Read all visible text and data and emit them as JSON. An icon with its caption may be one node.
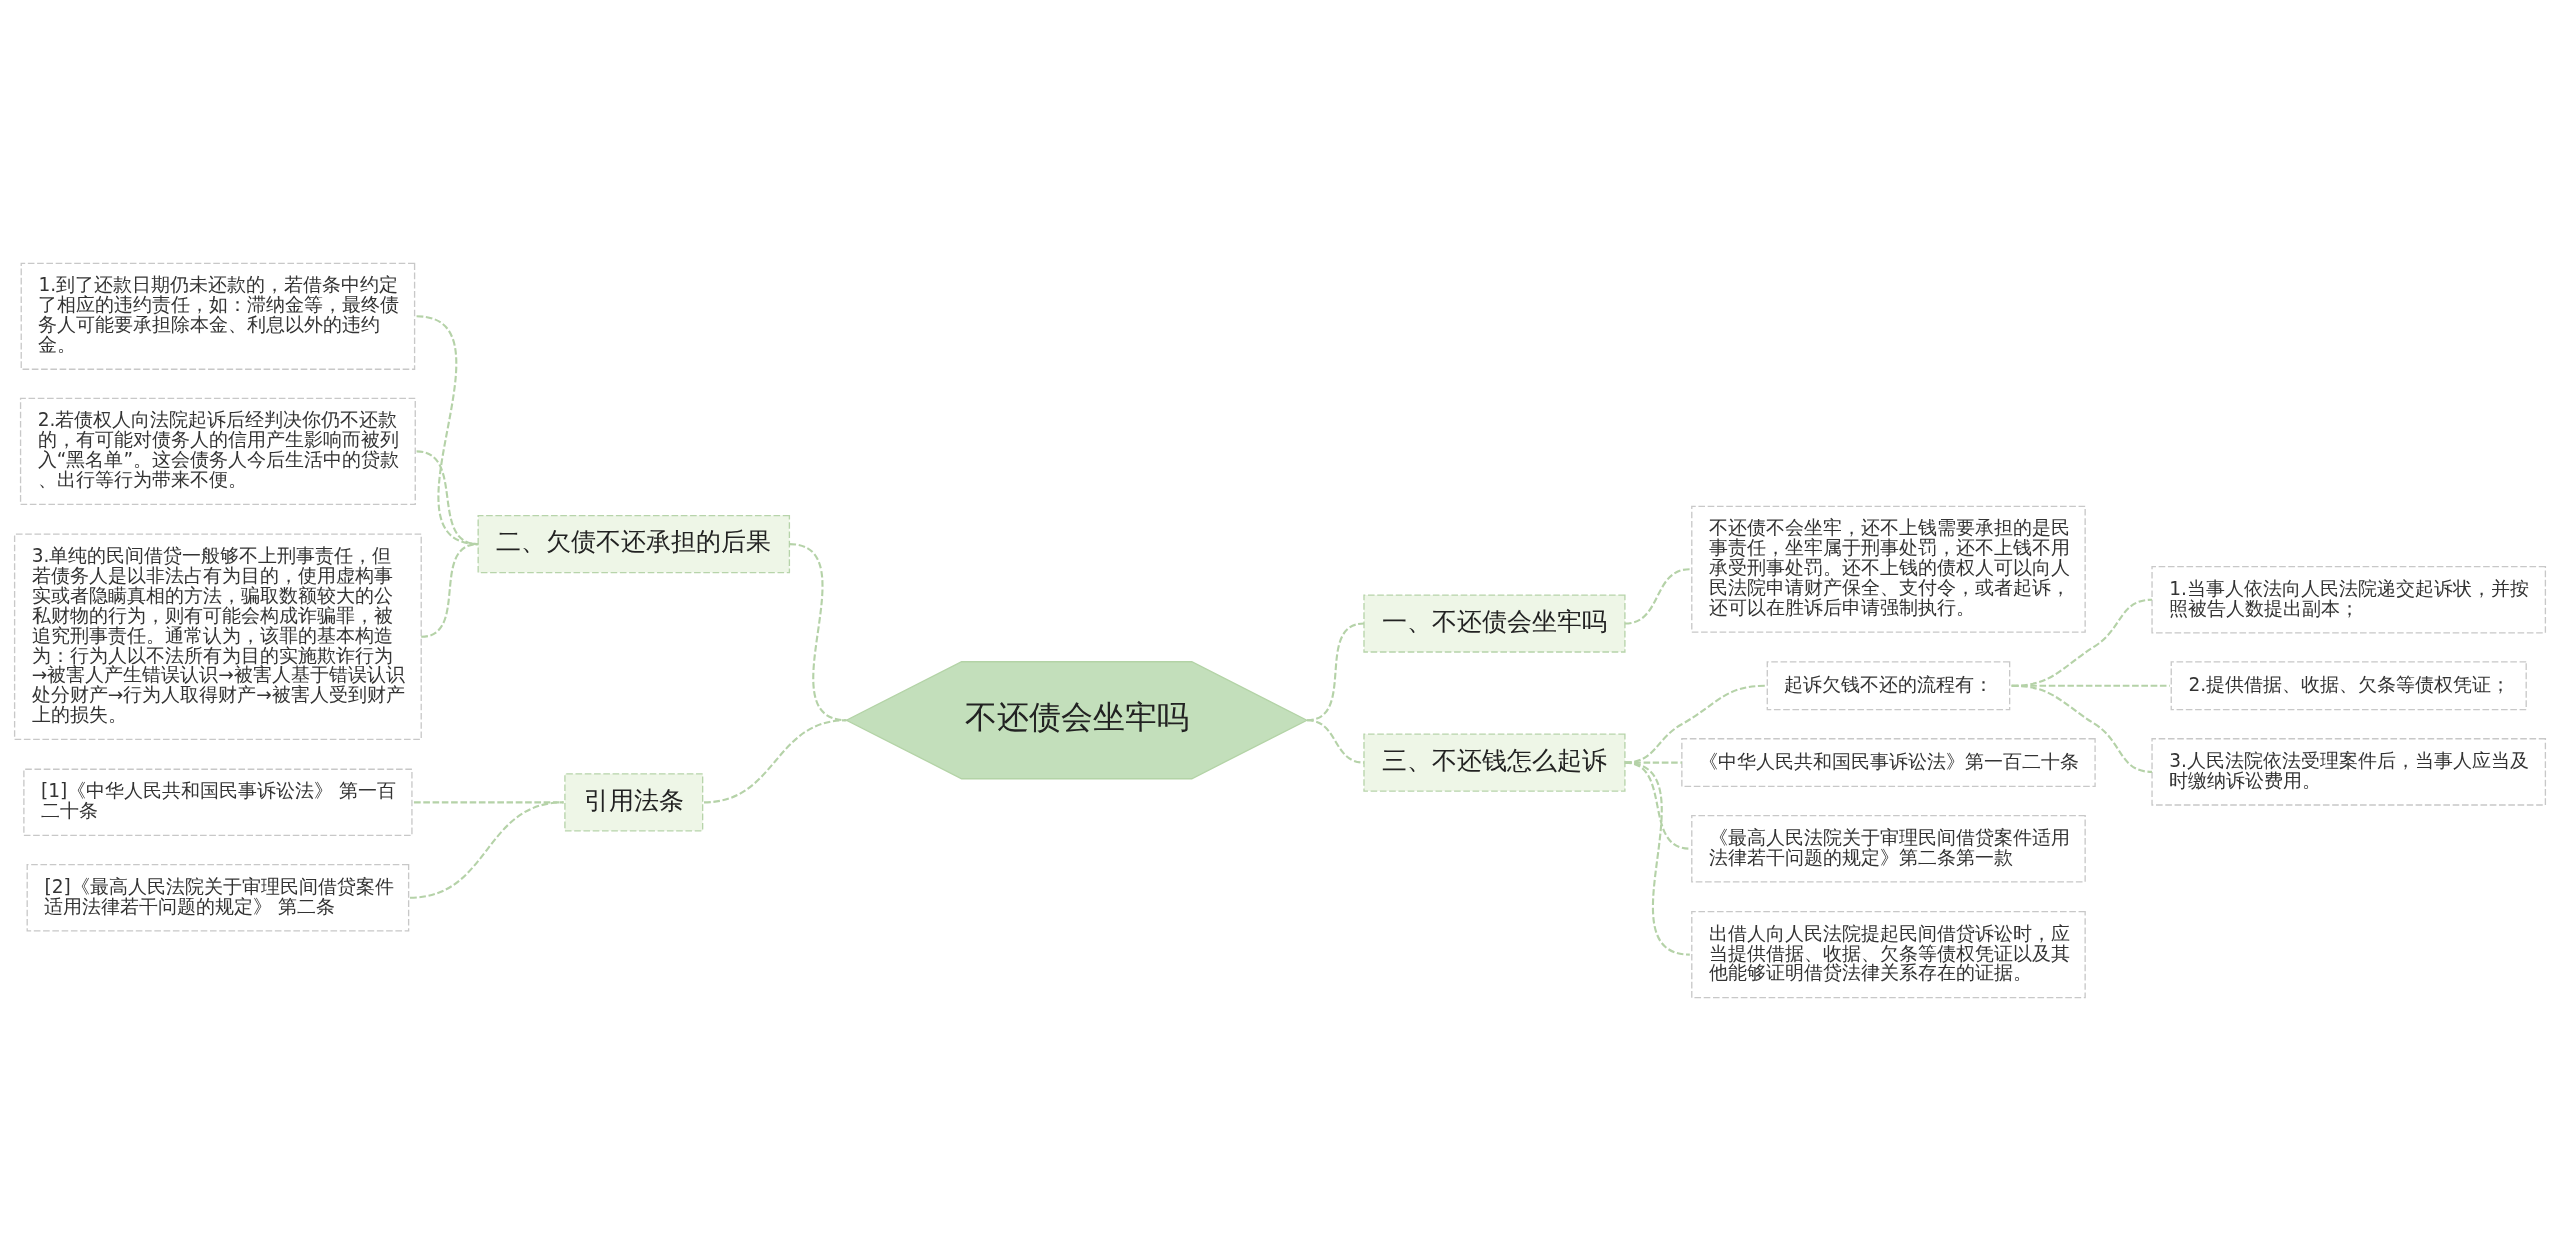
{
  "diagram": {
    "nodes": [
      {
        "text": [
          "不还债会坐牢吗"
        ]
      },
      {
        "text": [
          "一、不还债会坐牢吗"
        ]
      },
      {
        "text": [
          "不还债不会坐牢，还不上钱需要承担的是民事责任，坐牢属于刑事处罚，还不上钱不用承受刑事处罚。还不上钱的债权人可以向人民法院申请财产保全、支付令，或者起诉，还可以在胜诉后申请强制执行。"
        ]
      },
      {
        "text": [
          "二、欠债不还承担的后果"
        ]
      },
      {
        "text": [
          "1.到了还款日期仍未还款的，若借条中约定了相应的违约责任，如：滞纳金等，最终债务人可能要承担除本金、利息以外的违约金。"
        ]
      },
      {
        "text": [
          "2.若债权人向法院起诉后经判决你仍不还款的，有可能对债务人的信用产生影响而被列入“黑名单”。这会债务人今后生活中的贷款、出行等行为带来不便。"
        ]
      },
      {
        "text": [
          "3.单纯的民间借贷一般够不上刑事责任，但若债务人是以非法占有为目的，使用虚构事实或者隐瞒真相的方法，骗取数额较大的公私财物的行为，则有可能会构成诈骗罪，被追究刑事责任。通常认为，该罪的基本构造为：行为人以不法所有为目的实施欺诈行为→被害人产生错误认识→被害人基于错误认识处分财产→行为人取得财产→被害人受到财产上的损失。"
        ]
      },
      {
        "text": [
          "三、不还钱怎么起诉"
        ]
      },
      {
        "text": [
          "起诉欠钱不还的流程有："
        ]
      },
      {
        "text": [
          "1.当事人依法向人民法院递交起诉状，并按照被告人数提出副本；"
        ]
      },
      {
        "text": [
          "2.提供借据、收据、欠条等债权凭证；"
        ]
      },
      {
        "text": [
          "3.人民法院依法受理案件后，当事人应当及时缴纳诉讼费用。"
        ]
      },
      {
        "text": [
          "《中华人民共和国民事诉讼法》第一百二十条"
        ]
      },
      {
        "text": [
          "《最高人民法院关于审理民间借贷案件适用法律若干问题的规定》第二条第一款"
        ]
      },
      {
        "text": [
          "出借人向人民法院提起民间借贷诉讼时，应当提供借据、收据、欠条等债权凭证以及其他能够证明借贷法律关系存在的证据。"
        ]
      },
      {
        "text": [
          "引用法条"
        ]
      },
      {
        "text": [
          "[1]《中华人民共和国民事诉讼法》 第一百二十条"
        ]
      },
      {
        "text": [
          "[2]《最高人民法院关于审理民间借贷案件适用法律若干问题的规定》 第二条"
        ]
      }
    ],
    "edges": [
      {
        "from": 0,
        "to": 1,
        "arrow": "none",
        "style": "dashed"
      },
      {
        "from": 1,
        "to": 2,
        "arrow": "none",
        "style": "dashed"
      },
      {
        "from": 3,
        "to": 0,
        "arrow": "none",
        "style": "dashed"
      },
      {
        "from": 4,
        "to": 3,
        "arrow": "none",
        "style": "dashed"
      },
      {
        "from": 5,
        "to": 3,
        "arrow": "none",
        "style": "dashed"
      },
      {
        "from": 6,
        "to": 3,
        "arrow": "none",
        "style": "dashed"
      },
      {
        "from": 0,
        "to": 7,
        "arrow": "none",
        "style": "dashed"
      },
      {
        "from": 7,
        "to": 8,
        "arrow": "none",
        "style": "dashed"
      },
      {
        "from": 8,
        "to": 9,
        "arrow": "none",
        "style": "dashed"
      },
      {
        "from": 8,
        "to": 10,
        "arrow": "none",
        "style": "dashed"
      },
      {
        "from": 8,
        "to": 11,
        "arrow": "none",
        "style": "dashed"
      },
      {
        "from": 7,
        "to": 12,
        "arrow": "none",
        "style": "dashed"
      },
      {
        "from": 7,
        "to": 13,
        "arrow": "none",
        "style": "dashed"
      },
      {
        "from": 7,
        "to": 14,
        "arrow": "none",
        "style": "dashed"
      },
      {
        "from": 15,
        "to": 0,
        "arrow": "none",
        "style": "dashed"
      },
      {
        "from": 16,
        "to": 15,
        "arrow": "none",
        "style": "dashed"
      },
      {
        "from": 17,
        "to": 15,
        "arrow": "none",
        "style": "dashed"
      }
    ]
  }
}
